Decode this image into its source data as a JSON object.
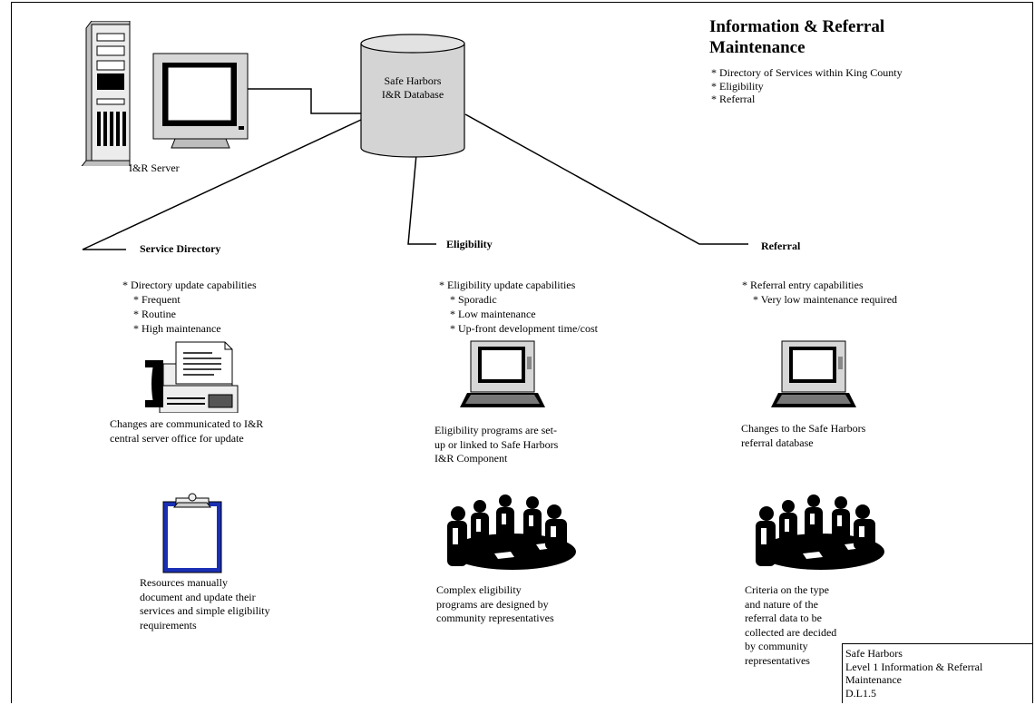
{
  "header": {
    "title": "Information & Referral Maintenance",
    "bullets": [
      "* Directory of Services within King County",
      "* Eligibility",
      "* Referral"
    ]
  },
  "server": {
    "label": "I&R Server"
  },
  "database": {
    "label_line1": "Safe Harbors",
    "label_line2": "I&R Database"
  },
  "columns": [
    {
      "heading": "Service Directory",
      "bullets": [
        "* Directory update capabilities",
        "* Frequent",
        "* Routine",
        "* High maintenance"
      ],
      "caption1": "Changes are communicated to I&R central server office for update",
      "caption2": "Resources manually document and update their services and simple eligibility requirements",
      "icon1": "fax-phone-icon",
      "icon2": "clipboard-icon"
    },
    {
      "heading": "Eligibility",
      "bullets": [
        "* Eligibility update capabilities",
        "* Sporadic",
        "* Low maintenance",
        "* Up-front development time/cost"
      ],
      "caption1": "Eligibility programs are set-up or linked to Safe Harbors I&R Component",
      "caption2": "Complex eligibility programs are designed by community representatives",
      "icon1": "laptop-icon",
      "icon2": "meeting-people-icon"
    },
    {
      "heading": "Referral",
      "bullets": [
        "* Referral entry capabilities",
        "* Very low maintenance required"
      ],
      "caption1": "Changes to the Safe Harbors referral database",
      "caption2": "Criteria on the type and nature of the referral data to be collected are decided by community representatives",
      "icon1": "laptop-icon",
      "icon2": "meeting-people-icon"
    }
  ],
  "stamp": {
    "line1": "Safe Harbors",
    "line2": "Level 1 Information & Referral Maintenance",
    "line3": "D.L1.5"
  }
}
